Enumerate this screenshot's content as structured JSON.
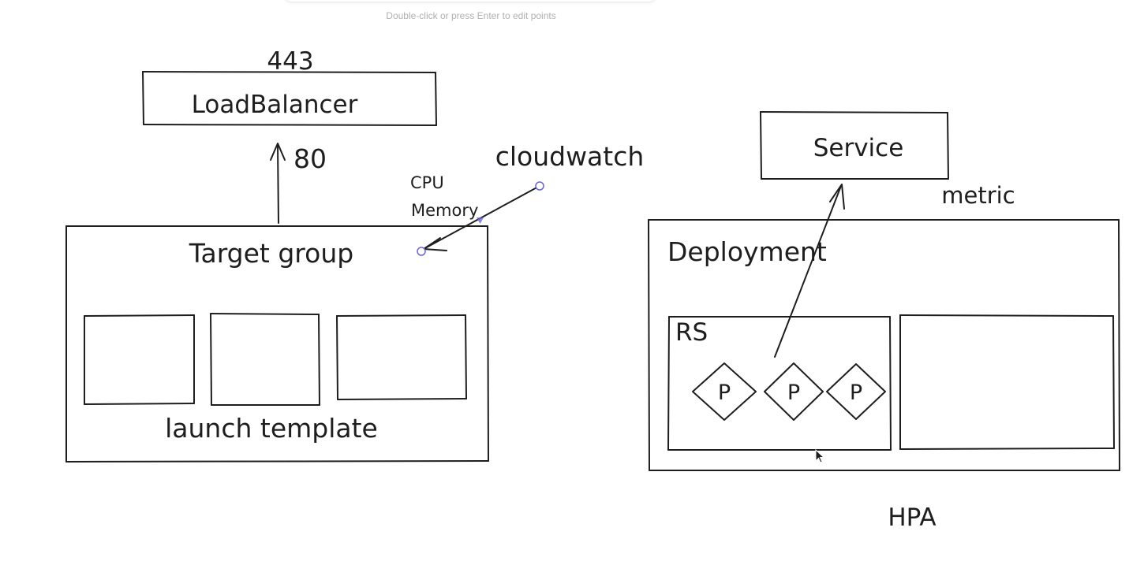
{
  "hint": {
    "text": "Double-click or press Enter to edit points"
  },
  "left": {
    "port_443": "443",
    "load_balancer": "LoadBalancer",
    "port_80": "80",
    "target_group": "Target group",
    "launch_template": "launch template",
    "cpu": "CPU",
    "memory": "Memory",
    "cloudwatch": "cloudwatch"
  },
  "right": {
    "service": "Service",
    "metric": "metric",
    "deployment": "Deployment",
    "rs": "RS",
    "pods": [
      "P",
      "P",
      "P"
    ],
    "hpa": "HPA"
  },
  "colors": {
    "stroke": "#1e1e1e",
    "selection": "#6965db",
    "background": "#ffffff",
    "hint": "#b0b0b0"
  },
  "icons": {
    "cursor": "mouse-pointer-icon"
  }
}
